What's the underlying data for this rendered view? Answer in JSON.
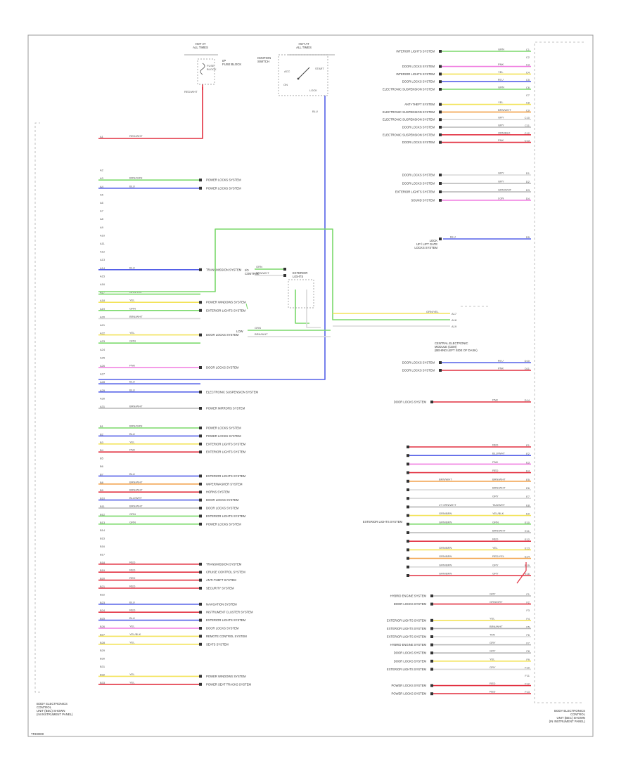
{
  "colors": {
    "frame": "#9a9a9a",
    "red": "#e23040",
    "blue": "#5560e8",
    "green": "#7ad96a",
    "yellow": "#f3e35a",
    "pink": "#f07ce0",
    "orange": "#f2a14a",
    "gray": "#b5b5b5",
    "lightgray": "#d8d8d8"
  },
  "figure_code": "TRK0000",
  "left_module": {
    "caption": [
      "BODY ELECTRONICS",
      "CONTROL",
      "UNIT (BEC) SHOWN",
      "(IN INSTRUMENT PANEL)"
    ]
  },
  "right_module": {
    "caption": [
      "BODY ELECTRONICS",
      "CONTROL",
      "UNIT (BEC) SHOWN",
      "(IN INSTRUMENT PANEL)"
    ]
  },
  "fuse_block": {
    "header": [
      "HOT AT",
      "ALL TIMES"
    ],
    "fuse": [
      "FUSE",
      "BLOCK"
    ],
    "label": [
      "I/P",
      "FUSE BLOCK"
    ],
    "wire": "RED/WHT"
  },
  "switch_block": {
    "header": [
      "HOT AT",
      "ALL TIMES"
    ],
    "title": [
      "IGNITION",
      "SWITCH"
    ],
    "positions": [
      "ACC",
      "ON",
      "START",
      "LOCK"
    ],
    "wire": "BLU"
  },
  "center_relay": {
    "title": [
      "EXTERIOR",
      "LIGHTS"
    ],
    "side_label": [
      "I/O",
      "CONTROL"
    ],
    "wire_a": "GRN",
    "wire_b": "BRN/WHT",
    "out_label": "LOW",
    "out_a": "GRN",
    "out_b": "BRN/WHT"
  },
  "left_pins": [
    {
      "pin": "A1",
      "wire": "RED/WHT",
      "color": "red"
    },
    {
      "pin": "A2",
      "wire": "",
      "color": ""
    },
    {
      "pin": "A3",
      "wire": "BRN/GRN",
      "color": "green",
      "dest": "POWER LOCKS SYSTEM"
    },
    {
      "pin": "A4",
      "wire": "BLU",
      "color": "blue",
      "dest": "POWER LOCKS SYSTEM"
    },
    {
      "pin": "A5",
      "wire": "",
      "color": ""
    },
    {
      "pin": "A6",
      "wire": "",
      "color": ""
    },
    {
      "pin": "A7",
      "wire": "",
      "color": ""
    },
    {
      "pin": "A8",
      "wire": "",
      "color": ""
    },
    {
      "pin": "A9",
      "wire": "",
      "color": ""
    },
    {
      "pin": "A10",
      "wire": "",
      "color": ""
    },
    {
      "pin": "A11",
      "wire": "",
      "color": ""
    },
    {
      "pin": "A12",
      "wire": "",
      "color": ""
    },
    {
      "pin": "A13",
      "wire": "",
      "color": ""
    },
    {
      "pin": "A14",
      "wire": "BLU",
      "color": "blue",
      "dest": "TRANSMISSION SYSTEM"
    },
    {
      "pin": "A15",
      "wire": "",
      "color": ""
    },
    {
      "pin": "A16",
      "wire": "",
      "color": ""
    },
    {
      "pin": "A17",
      "wire": "GRN/YEL",
      "color": "green"
    },
    {
      "pin": "A18",
      "wire": "YEL",
      "color": "yellow",
      "dest": "POWER WINDOWS SYSTEM"
    },
    {
      "pin": "A19",
      "wire": "GRN",
      "color": "green",
      "dest": "EXTERIOR LIGHTS SYSTEM"
    },
    {
      "pin": "A20",
      "wire": "BRN/WHT",
      "color": "lightgray"
    },
    {
      "pin": "A21",
      "wire": "",
      "color": ""
    },
    {
      "pin": "A22",
      "wire": "YEL",
      "color": "yellow",
      "dest": "DOOR LOCKS SYSTEM"
    },
    {
      "pin": "A23",
      "wire": "GRN",
      "color": "green"
    },
    {
      "pin": "A24",
      "wire": "",
      "color": ""
    },
    {
      "pin": "A25",
      "wire": "",
      "color": ""
    },
    {
      "pin": "A26",
      "wire": "PNK",
      "color": "pink",
      "dest": "DOOR LOCKS SYSTEM"
    },
    {
      "pin": "A27",
      "wire": "",
      "color": ""
    },
    {
      "pin": "A28",
      "wire": "BLU",
      "color": "blue"
    },
    {
      "pin": "A29",
      "wire": "BLU",
      "color": "blue",
      "dest": "ELECTRONIC SUSPENSION SYSTEM"
    },
    {
      "pin": "A30",
      "wire": "",
      "color": ""
    },
    {
      "pin": "A31",
      "wire": "BRN/WHT",
      "color": "gray",
      "dest": "POWER MIRRORS SYSTEM"
    }
  ],
  "left_pins_b": [
    {
      "pin": "B1",
      "wire": "BRN/GRN",
      "color": "green",
      "dest": "POWER LOCKS SYSTEM"
    },
    {
      "pin": "B2",
      "wire": "BLU",
      "color": "blue",
      "dest": "POWER LOCKS SYSTEM"
    },
    {
      "pin": "B3",
      "wire": "YEL",
      "color": "yellow",
      "dest": "EXTERIOR LIGHTS SYSTEM"
    },
    {
      "pin": "B4",
      "wire": "PNK",
      "color": "red",
      "dest": "EXTERIOR LIGHTS SYSTEM"
    },
    {
      "pin": "B5",
      "wire": "",
      "color": ""
    },
    {
      "pin": "B6",
      "wire": "",
      "color": ""
    },
    {
      "pin": "B7",
      "wire": "BLU",
      "color": "blue",
      "dest": "EXTERIOR LIGHTS SYSTEM"
    },
    {
      "pin": "B8",
      "wire": "BRN/WHT",
      "color": "orange",
      "dest": "WIPER/WASHER SYSTEM"
    },
    {
      "pin": "B9",
      "wire": "BRN/WHT",
      "color": "red",
      "dest": "HORNS SYSTEM"
    },
    {
      "pin": "B10",
      "wire": "BLU/WHT",
      "color": "blue",
      "dest": "DOOR LOCKS SYSTEM"
    },
    {
      "pin": "B11",
      "wire": "BRN/WHT",
      "color": "gray",
      "dest": "DOOR LOCKS SYSTEM"
    },
    {
      "pin": "B12",
      "wire": "GRN",
      "color": "green",
      "dest": "EXTERIOR LIGHTS SYSTEM"
    },
    {
      "pin": "B13",
      "wire": "GRN",
      "color": "green",
      "dest": "POWER LOCKS SYSTEM"
    },
    {
      "pin": "B14",
      "wire": "",
      "color": ""
    },
    {
      "pin": "B15",
      "wire": "",
      "color": ""
    },
    {
      "pin": "B16",
      "wire": "",
      "color": ""
    },
    {
      "pin": "B17",
      "wire": "",
      "color": ""
    },
    {
      "pin": "B18",
      "wire": "RED",
      "color": "red",
      "dest": "TRANSMISSION SYSTEM"
    },
    {
      "pin": "B19",
      "wire": "RED",
      "color": "red",
      "dest": "CRUISE CONTROL SYSTEM"
    },
    {
      "pin": "B20",
      "wire": "RED",
      "color": "red",
      "dest": "ANTI-THEFT SYSTEM"
    },
    {
      "pin": "B21",
      "wire": "RED",
      "color": "red",
      "dest": "SECURITY SYSTEM"
    },
    {
      "pin": "B22",
      "wire": "",
      "color": ""
    },
    {
      "pin": "B23",
      "wire": "BLU",
      "color": "blue",
      "dest": "NAVIGATION SYSTEM"
    },
    {
      "pin": "B24",
      "wire": "RED",
      "color": "red",
      "dest": "INSTRUMENT CLUSTER SYSTEM"
    },
    {
      "pin": "B25",
      "wire": "BLU",
      "color": "blue",
      "dest": "EXTERIOR LIGHTS SYSTEM"
    },
    {
      "pin": "B26",
      "wire": "YEL",
      "color": "pink",
      "dest": "DOOR LOCKS SYSTEM"
    },
    {
      "pin": "B27",
      "wire": "YEL/BLK",
      "color": "yellow",
      "dest": "REMOTE CONTROL SYSTEM"
    },
    {
      "pin": "B28",
      "wire": "YEL",
      "color": "yellow",
      "dest": "SEATS SYSTEM"
    },
    {
      "pin": "B29",
      "wire": "",
      "color": ""
    },
    {
      "pin": "B30",
      "wire": "",
      "color": ""
    },
    {
      "pin": "B31",
      "wire": "",
      "color": ""
    },
    {
      "pin": "B32",
      "wire": "YEL",
      "color": "yellow",
      "dest": "POWER WINDOWS SYSTEM"
    },
    {
      "pin": "B33",
      "wire": "YEL",
      "color": "red",
      "dest": "POWER SEAT TRACKS SYSTEM"
    }
  ],
  "right_top": [
    {
      "pin": "C1",
      "wire": "GRN",
      "color": "green",
      "src": "INTERIOR LIGHTS SYSTEM"
    },
    {
      "pin": "C2",
      "wire": "",
      "color": ""
    },
    {
      "pin": "C3",
      "wire": "PNK",
      "color": "pink",
      "src": "DOOR LOCKS SYSTEM"
    },
    {
      "pin": "C4",
      "wire": "YEL",
      "color": "yellow",
      "src": "INTERIOR LIGHTS SYSTEM"
    },
    {
      "pin": "C5",
      "wire": "BLU",
      "color": "blue",
      "src": "DOOR LOCKS SYSTEM"
    },
    {
      "pin": "C6",
      "wire": "GRN",
      "color": "green",
      "src": "ELECTRONIC SUSPENSION SYSTEM"
    },
    {
      "pin": "C7",
      "wire": "",
      "color": ""
    },
    {
      "pin": "C8",
      "wire": "YEL",
      "color": "yellow",
      "src": "ANTI-THEFT SYSTEM"
    },
    {
      "pin": "C9",
      "wire": "BRN/WHT",
      "color": "orange",
      "src": "ELECTRONIC SUSPENSION SYSTEM"
    },
    {
      "pin": "C10",
      "wire": "GRY",
      "color": "lightgray",
      "src": "ELECTRONIC SUSPENSION SYSTEM"
    },
    {
      "pin": "C11",
      "wire": "GRY",
      "color": "gray",
      "src": "DOOR LOCKS SYSTEM"
    },
    {
      "pin": "C12",
      "wire": "ORN/BLK",
      "color": "red",
      "src": "ELECTRONIC SUSPENSION SYSTEM"
    },
    {
      "pin": "C13",
      "wire": "PNK",
      "color": "red",
      "src": "DOOR LOCKS SYSTEM"
    }
  ],
  "right_mid": [
    {
      "pin": "D1",
      "wire": "GRY",
      "color": "lightgray",
      "src": "DOOR LOCKS SYSTEM"
    },
    {
      "pin": "D2",
      "wire": "GRY",
      "color": "gray",
      "src": "DOOR LOCKS SYSTEM"
    },
    {
      "pin": "D3",
      "wire": "GRN/WHT",
      "color": "gray",
      "src": "EXTERIOR LIGHTS SYSTEM"
    },
    {
      "pin": "D4",
      "wire": "LGN",
      "color": "pink",
      "src": "SOUND SYSTEM"
    }
  ],
  "right_single": {
    "pin": "D5",
    "wire": "BLU",
    "label": [
      "LOCK",
      "UP / LIFT GATE",
      "LOCKS SYSTEM"
    ]
  },
  "right_pair": [
    {
      "pin": "D10",
      "wire": "BLU",
      "color": "blue",
      "src": "DOOR LOCKS SYSTEM"
    },
    {
      "pin": "D11",
      "wire": "PNK",
      "color": "red",
      "src": "DOOR LOCKS SYSTEM"
    }
  ],
  "right_pair_title": [
    "CENTRAL ELECTRONIC",
    "MODULE (CEM)",
    "(BEHIND LEFT SIDE OF DASH)"
  ],
  "right_lone": {
    "pin": "D14",
    "wire": "PNK",
    "src": "DOOR LOCKS SYSTEM"
  },
  "right_bundle_title": "EXTERIOR LIGHTS SYSTEM",
  "right_bundle": [
    {
      "pin": "E1",
      "wire": "RED",
      "color": "red",
      "mid": ""
    },
    {
      "pin": "E2",
      "wire": "BLU/WHT",
      "color": "blue",
      "mid": ""
    },
    {
      "pin": "E3",
      "wire": "PNK",
      "color": "pink",
      "mid": ""
    },
    {
      "pin": "E4",
      "wire": "RED",
      "color": "red",
      "mid": ""
    },
    {
      "pin": "E5",
      "wire": "BRN/WHT",
      "color": "orange",
      "mid": "BRN/WHT"
    },
    {
      "pin": "E6",
      "wire": "BRN/WHT",
      "color": "lightgray",
      "mid": ""
    },
    {
      "pin": "E7",
      "wire": "GRY",
      "color": "lightgray",
      "mid": ""
    },
    {
      "pin": "E8",
      "wire": "TAN/WHT",
      "color": "gray",
      "mid": "LT GRN/WHT"
    },
    {
      "pin": "E9",
      "wire": "YEL/BLK",
      "color": "yellow",
      "mid": "GRN/BRN"
    },
    {
      "pin": "E10",
      "wire": "GRN",
      "color": "green",
      "mid": "GRN/BRN"
    },
    {
      "pin": "E11",
      "wire": "BRN/WHT",
      "color": "gray",
      "mid": ""
    },
    {
      "pin": "E12",
      "wire": "RED",
      "color": "red",
      "mid": ""
    },
    {
      "pin": "E13",
      "wire": "YEL",
      "color": "yellow",
      "mid": "GRN/BRN"
    },
    {
      "pin": "E14",
      "wire": "RED/YEL",
      "color": "orange",
      "mid": "GRN/BRN"
    },
    {
      "pin": "E15",
      "wire": "GRY",
      "color": "lightgray",
      "mid": "GRN/BRN"
    },
    {
      "pin": "E16",
      "wire": "GRY",
      "color": "red",
      "mid": "GRN/BRN"
    }
  ],
  "right_bottom": [
    {
      "pin": "F1",
      "wire": "GRY",
      "color": "gray",
      "src": "HYBRID ENGINE SYSTEM"
    },
    {
      "pin": "F2",
      "wire": "GRN/GRY",
      "color": "red",
      "src": "DOOR LOCKS SYSTEM"
    },
    {
      "pin": "F3",
      "wire": "",
      "color": ""
    },
    {
      "pin": "F4",
      "wire": "YEL",
      "color": "yellow",
      "src": "EXTERIOR LIGHTS SYSTEM"
    },
    {
      "pin": "F5",
      "wire": "BRN/WHT",
      "color": "gray",
      "src": "EXTERIOR LIGHTS SYSTEM"
    },
    {
      "pin": "F6",
      "wire": "TAN",
      "color": "lightgray",
      "src": "EXTERIOR LIGHTS SYSTEM"
    },
    {
      "pin": "F7",
      "wire": "GRY",
      "color": "gray",
      "src": "HYBRID ENGINE SYSTEM"
    },
    {
      "pin": "F8",
      "wire": "GRY",
      "color": "gray",
      "src": "DOOR LOCKS SYSTEM"
    },
    {
      "pin": "F9",
      "wire": "YEL",
      "color": "yellow",
      "src": "DOOR LOCKS SYSTEM"
    },
    {
      "pin": "F10",
      "wire": "GRY",
      "color": "lightgray",
      "src": "EXTERIOR LIGHTS SYSTEM"
    },
    {
      "pin": "F11",
      "wire": "",
      "color": ""
    },
    {
      "pin": "F12",
      "wire": "RED",
      "color": "red",
      "src": "POWER LOCKS SYSTEM"
    },
    {
      "pin": "F13",
      "wire": "RED",
      "color": "red",
      "src": "POWER LOCKS SYSTEM"
    }
  ]
}
